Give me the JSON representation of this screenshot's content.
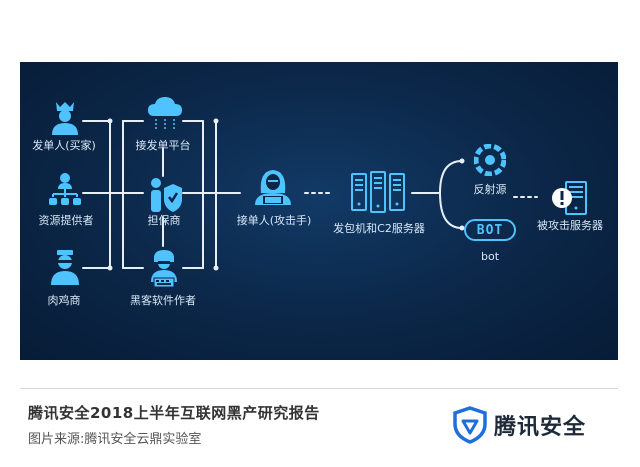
{
  "diagram": {
    "nodes": {
      "publisher": "发单人(买家)",
      "platform": "接发单平台",
      "provider": "资源提供者",
      "guarantor": "担保商",
      "broiler": "肉鸡商",
      "hacker_software": "黑客软件作者",
      "attacker": "接单人(攻击手)",
      "c2": "发包机和C2服务器",
      "reflector": "反射源",
      "bot_badge": "BOT",
      "bot": "bot",
      "target": "被攻击服务器"
    }
  },
  "footer": {
    "report_title": "腾讯安全2018上半年互联网黑产研究报告",
    "image_source": "图片来源:腾讯安全云鼎实验室",
    "brand_name": "腾讯安全"
  },
  "colors": {
    "panel_bg": "#0b2647",
    "accent": "#1fa3e8",
    "icon_light": "#4fc3ff",
    "text_light": "#d9e8f7"
  }
}
